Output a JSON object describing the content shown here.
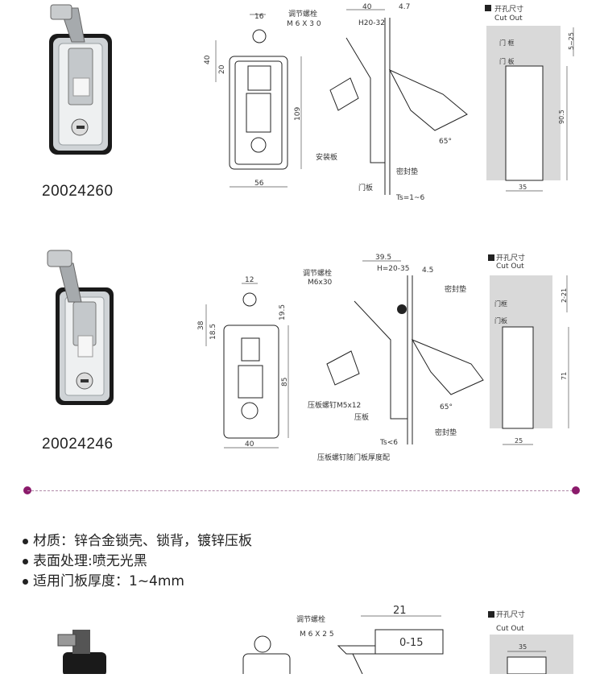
{
  "products": [
    {
      "code": "20024260",
      "front": {
        "w_top": "16",
        "h1": "40",
        "h2": "20",
        "height": "109",
        "width": "56"
      },
      "side": {
        "top1": "40",
        "top2": "4.7",
        "adj_label": "调节螺栓",
        "adj_size": "M 6 X 3 0",
        "h_range": "H20-32",
        "mount": "安装板",
        "door": "门板",
        "seal": "密封垫",
        "angle": "65°",
        "ts": "Ts=1~6"
      },
      "cutout": {
        "title": "开孔尺寸",
        "title_en": "Cut Out",
        "frame": "门 框",
        "panel": "门 板",
        "gap": "5~25",
        "height": "90.5",
        "width": "35"
      }
    },
    {
      "code": "20024246",
      "front": {
        "w_top": "12",
        "h1": "38",
        "h2": "18.5",
        "h3": "19.5",
        "height": "85",
        "width": "40"
      },
      "side": {
        "top1": "39.5",
        "h_range": "H=20-35",
        "top2": "4.5",
        "adj_label": "调节螺栓",
        "adj_size": "M6x30",
        "seal_top": "密封垫",
        "screw": "压板螺钉M5x12",
        "plate": "压板",
        "ts": "Ts<6",
        "seal": "密封垫",
        "angle": "65°",
        "note": "压板螺钉随门板厚度配"
      },
      "cutout": {
        "title": "开孔尺寸",
        "title_en": "Cut Out",
        "frame": "门框",
        "panel": "门板",
        "gap": "2-21",
        "height": "71",
        "width": "25"
      }
    }
  ],
  "specs": [
    "材质：锌合金锁壳、锁背，镀锌压板",
    "表面处理:喷无光黑",
    "适用门板厚度：1~4mm"
  ],
  "product3": {
    "adj_label": "调节螺栓",
    "adj_size": "M 6 X 2 5",
    "top1": "21",
    "h_range": "0-15",
    "cutout": {
      "title": "开孔尺寸",
      "title_en": "Cut Out",
      "width": "35"
    }
  },
  "colors": {
    "accent": "#8b1a6b",
    "gray_fill": "#d9d9d9",
    "body": "#222222"
  }
}
